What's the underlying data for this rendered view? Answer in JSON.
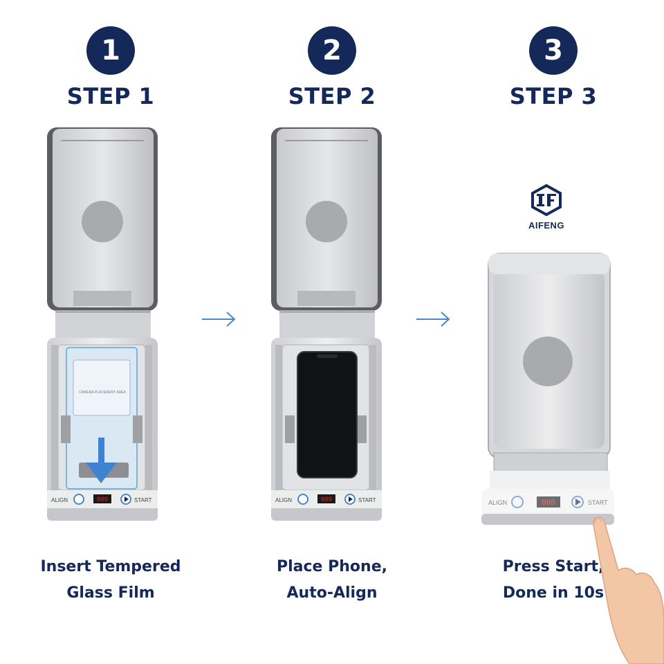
{
  "steps": [
    {
      "number": "1",
      "title": "STEP 1",
      "caption_line1": "Insert Tempered",
      "caption_line2": "Glass Film"
    },
    {
      "number": "2",
      "title": "STEP 2",
      "caption_line1": "Place Phone,",
      "caption_line2": "Auto-Align"
    },
    {
      "number": "3",
      "title": "STEP 3",
      "caption_line1": "Press Start,",
      "caption_line2": "Done in 10s"
    }
  ],
  "brand": {
    "name": "AIFENG"
  },
  "device_panel": {
    "align_label": "ALIGN",
    "start_label": "START",
    "display": "000"
  },
  "film_text": "CAMERA PLACEMENT AREA",
  "colors": {
    "navy": "#14285a",
    "arrow": "#4a86c8",
    "led": "#e02020"
  },
  "icons": [
    "arrow-right-icon",
    "align-icon",
    "play-icon",
    "down-arrow-icon",
    "brand-logo-icon",
    "finger-icon"
  ]
}
